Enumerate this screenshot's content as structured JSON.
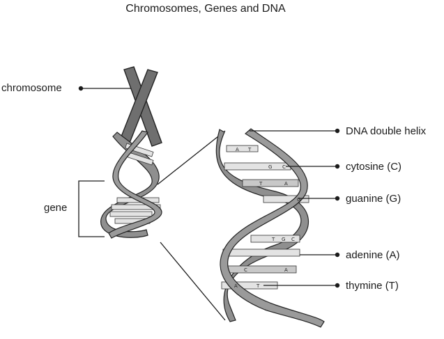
{
  "title": "Chromosomes, Genes and DNA",
  "labels": {
    "chromosome": "chromosome",
    "gene": "gene",
    "helix": "DNA double helix",
    "cytosine": "cytosine (C)",
    "guanine": "guanine (G)",
    "adenine": "adenine (A)",
    "thymine": "thymine (T)"
  },
  "base_letters": [
    "A",
    "T",
    "G",
    "C",
    "T",
    "A",
    "G",
    "T",
    "G",
    "C",
    "C",
    "A",
    "A",
    "T"
  ],
  "colors": {
    "chromosome": "#6f6f6f",
    "strand": "#8f8f8f",
    "rung": "#e3e3e3",
    "ink": "#1a1a1a"
  }
}
